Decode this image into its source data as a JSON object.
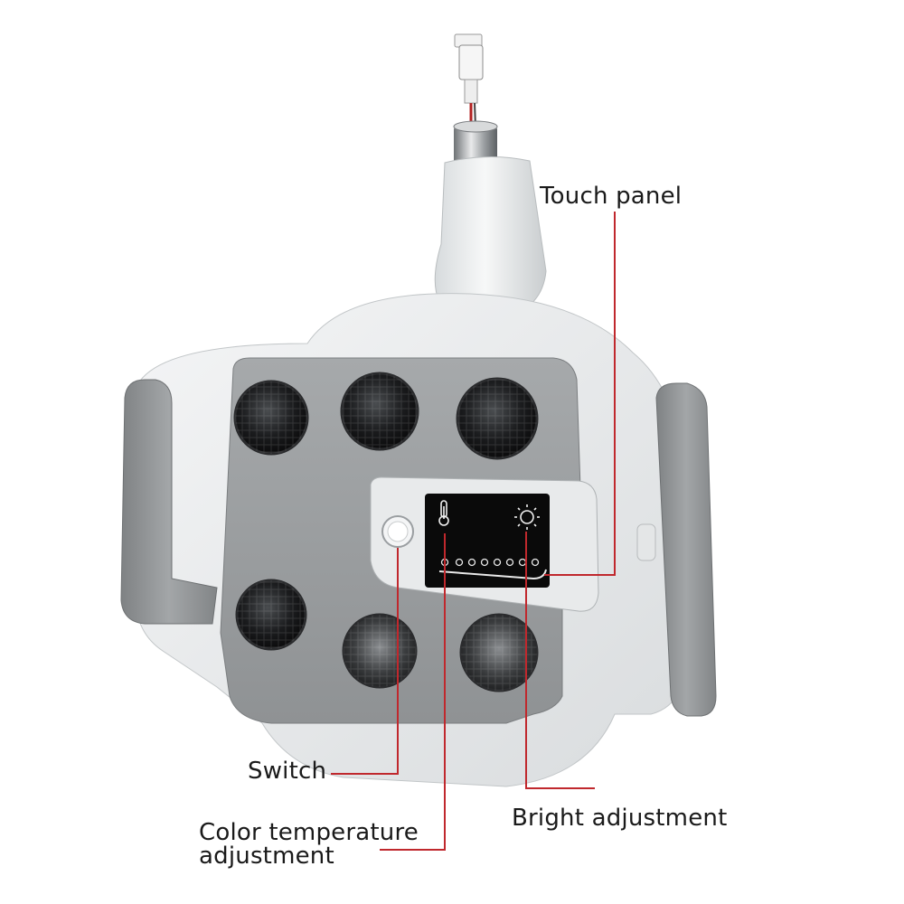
{
  "labels": {
    "touch_panel": "Touch panel",
    "switch": "Switch",
    "bright_adjustment": "Bright adjustment",
    "color_temperature_line1": "Color temperature",
    "color_temperature_line2": "adjustment"
  },
  "colors": {
    "leader_line": "#c0282d",
    "panel_gray": "#9a9d9f",
    "body_white": "#eceeef",
    "handle_gray": "#8f9294",
    "touch_screen": "#0a0a0a"
  },
  "icons": {
    "temperature": "thermometer-icon",
    "brightness": "sun-icon"
  }
}
